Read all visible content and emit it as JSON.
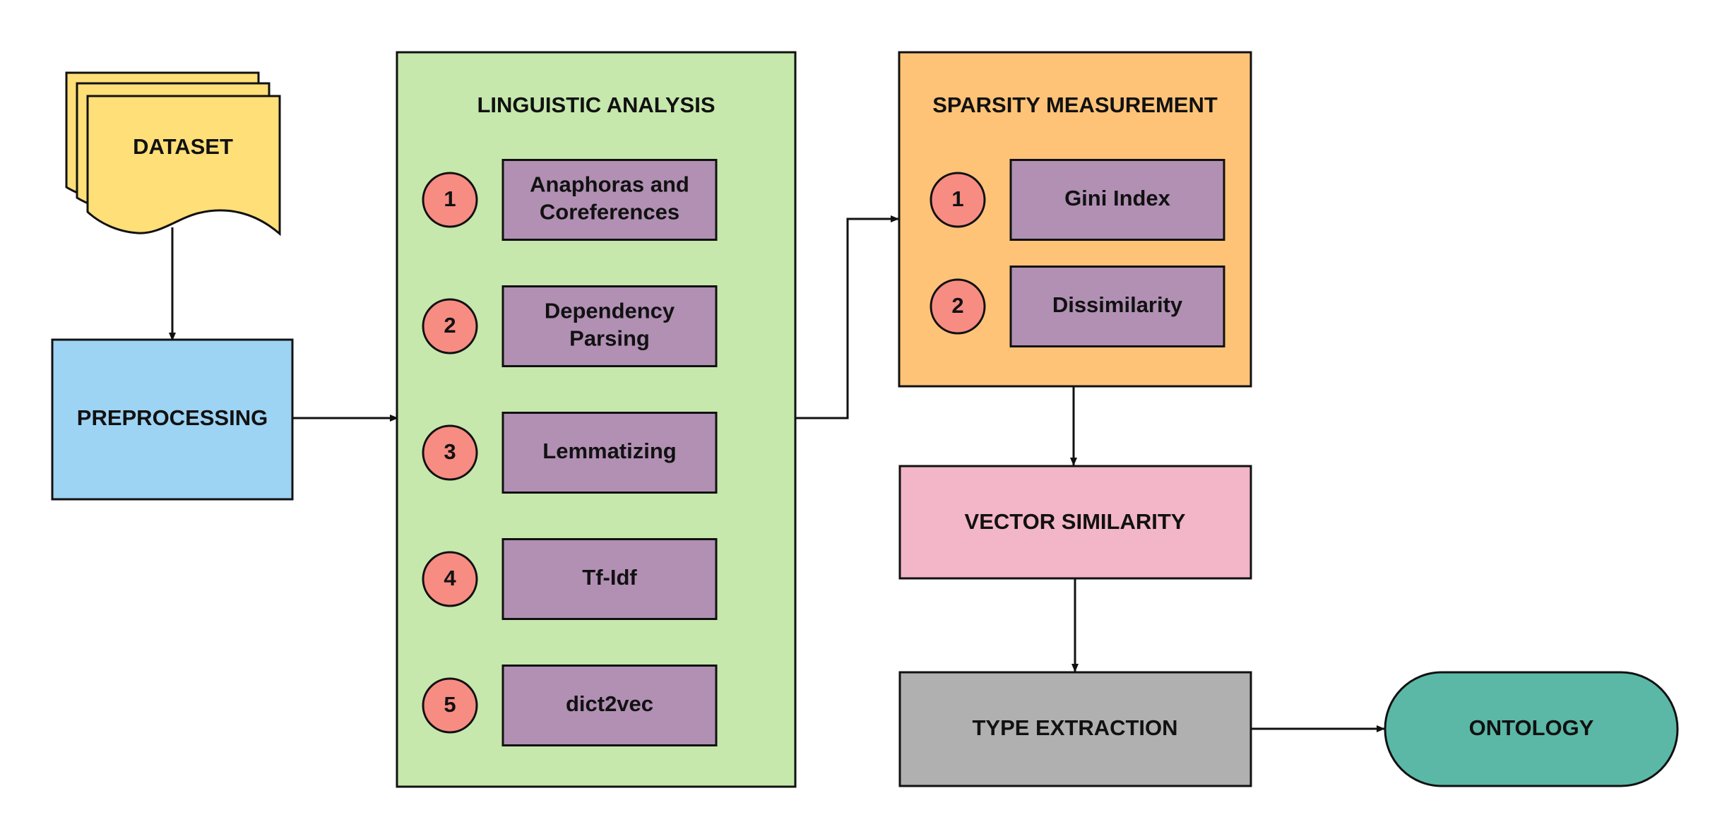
{
  "colors": {
    "dataset": "#FFDF78",
    "preprocessing": "#9DD3F3",
    "linguistic_panel": "#C6E8AC",
    "step_box": "#B190B4",
    "step_circle": "#F78C83",
    "sparsity_panel": "#FFC378",
    "vector_similarity": "#F3B5C8",
    "type_extraction": "#B0B0B0",
    "ontology": "#5BB8A6",
    "stroke": "#111111"
  },
  "dataset": {
    "label": "DATASET"
  },
  "preprocessing": {
    "label": "PREPROCESSING"
  },
  "linguistic": {
    "title": "LINGUISTIC ANALYSIS",
    "steps": [
      {
        "number": "1",
        "lines": [
          "Anaphoras and",
          "Coreferences"
        ]
      },
      {
        "number": "2",
        "lines": [
          "Dependency",
          "Parsing"
        ]
      },
      {
        "number": "3",
        "lines": [
          "Lemmatizing"
        ]
      },
      {
        "number": "4",
        "lines": [
          "Tf-Idf"
        ]
      },
      {
        "number": "5",
        "lines": [
          "dict2vec"
        ]
      }
    ]
  },
  "sparsity": {
    "title": "SPARSITY MEASUREMENT",
    "steps": [
      {
        "number": "1",
        "lines": [
          "Gini Index"
        ]
      },
      {
        "number": "2",
        "lines": [
          "Dissimilarity"
        ]
      }
    ]
  },
  "vector_similarity": {
    "label": "VECTOR SIMILARITY"
  },
  "type_extraction": {
    "label": "TYPE EXTRACTION"
  },
  "ontology": {
    "label": "ONTOLOGY"
  }
}
